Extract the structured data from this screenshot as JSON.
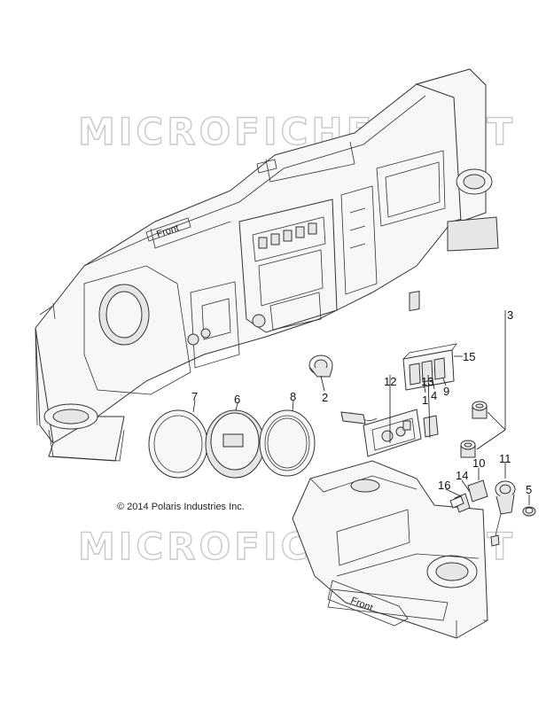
{
  "watermark": "MICROFICHES.NET",
  "copyright": "© 2014 Polaris Industries Inc.",
  "front_label_dash": "Front",
  "front_label_console": "Front",
  "callouts": [
    "15",
    "1",
    "4",
    "9",
    "3",
    "12",
    "13",
    "2",
    "7",
    "6",
    "8",
    "16",
    "14",
    "10",
    "11",
    "5"
  ]
}
